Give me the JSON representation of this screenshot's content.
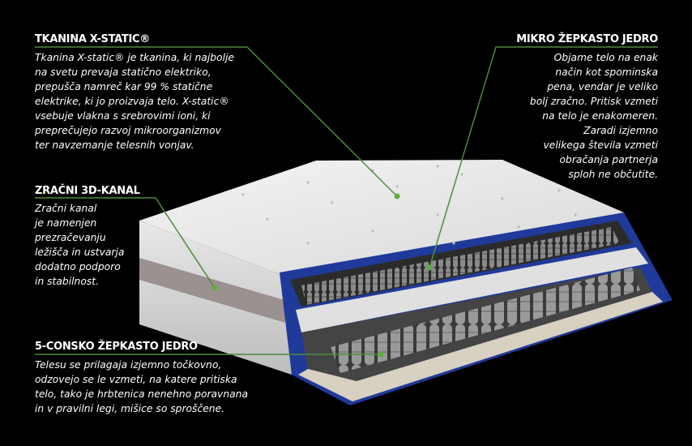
{
  "callouts": [
    {
      "title": "TKANINA X-STATIC®",
      "text": "Tkanina X-static® je tkanina, ki najbolje\nna svetu prevaja statično elektriko,\nprepušča namreč kar 99 % statične\nelektrike, ki jo proizvaja telo. X-static®\nvsebuje vlakna s srebrovimi ioni, ki\npreprečujejo razvoj mikroorganizmov\nter navzemanje telesnih vonjav."
    },
    {
      "title": "MIKRO ŽEPKASTO JEDRO",
      "text": "Objame telo na enak\nnačin kot spominska\npena, vendar je veliko\nbolj zračno. Pritisk vzmeti\nna telo je enakomeren.\nZaradi izjemno\nvelikega števila vzmeti\nobračanja partnerja\nsploh ne občutite."
    },
    {
      "title": "ZRAČNI 3D-KANAL",
      "text": "Zračni kanal\nje namenjen\nprezračevanju\nležišča in ustvarja\ndodatno podporo\nin stabilnost."
    },
    {
      "title": "5-CONSKO ŽEPKASTO JEDRO",
      "text": "Telesu se prilagaja izjemno točkovno,\nodzovejo se le vzmeti, na katere pritiska\ntelo, tako je hrbtenica nenehno poravnana\nin v pravilni legi, mišice so sproščene."
    }
  ],
  "colors": {
    "leader": "#4f8a3c",
    "frame": "#1f3a9a",
    "background": "#000000"
  }
}
